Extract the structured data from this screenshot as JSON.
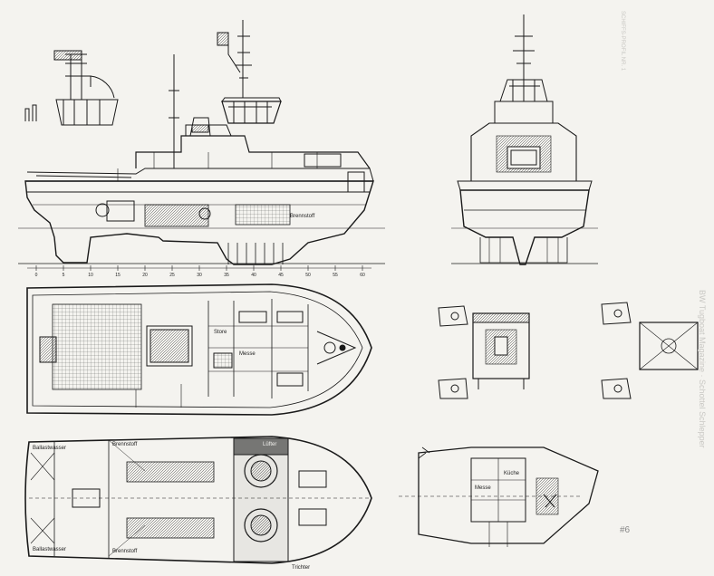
{
  "drawing": {
    "colors": {
      "paper": "#f4f3ef",
      "ink": "#1a1a1a",
      "hatch": "#444444",
      "ghost": "#c9c8c4"
    },
    "profile_labels": {
      "engine": "Brennstoff"
    },
    "deck_labels": {
      "store": "Store",
      "messe": "Messe"
    },
    "lower_deck_labels": {
      "fore_port": "Ballastwasser",
      "fore_stbd": "Ballastwasser",
      "mid_port": "Brennstoff",
      "mid_stbd": "Brennstoff",
      "aft_box": "Lüfter",
      "stern_note": "Trichter"
    },
    "bridge_labels": {
      "room_a": "Messe",
      "room_b": "Küche"
    },
    "station_numbers": [
      "0",
      "5",
      "10",
      "15",
      "20",
      "25",
      "30",
      "35",
      "40",
      "45",
      "50",
      "55",
      "60"
    ],
    "annotation": "#6",
    "show_through_rotated": "BW Tugboat Magazine · Schottel Schlepper",
    "show_through_header": "SCHIFFS-PROFIL NR. 1"
  }
}
